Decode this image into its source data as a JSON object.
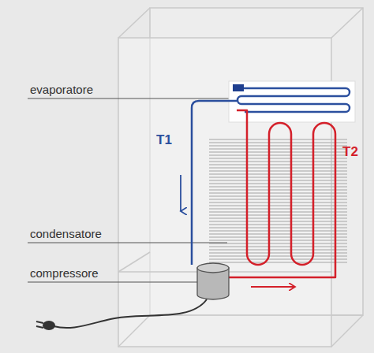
{
  "diagram": {
    "labels": [
      "evaporatore",
      "T1",
      "T2",
      "condensatore",
      "compressore"
    ]
  }
}
